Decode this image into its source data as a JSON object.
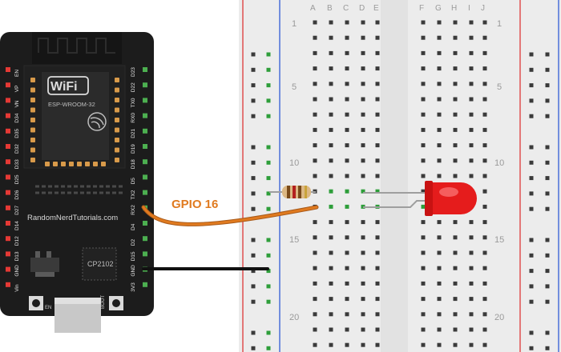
{
  "board": {
    "wifi_text": "WiFi",
    "module_text": "ESP-WROOM-32",
    "website_text": "RandomNerdTutorials.com",
    "usb_chip_text": "CP2102",
    "en_button_label": "EN",
    "boot_button_label": "BOOT",
    "left_pins": [
      "EN",
      "VP",
      "VN",
      "D34",
      "D35",
      "D32",
      "D33",
      "D25",
      "D26",
      "D27",
      "D14",
      "D12",
      "D13",
      "GND",
      "Vin"
    ],
    "right_pins": [
      "D23",
      "D22",
      "TX0",
      "RX0",
      "D21",
      "D19",
      "D18",
      "D5",
      "TX2",
      "RX2",
      "D4",
      "D2",
      "D15",
      "GND",
      "3V3"
    ]
  },
  "wire": {
    "label": "GPIO 16",
    "color": "#e07a1f"
  },
  "breadboard": {
    "column_letters_left": [
      "A",
      "B",
      "C",
      "D",
      "E"
    ],
    "column_letters_right": [
      "F",
      "G",
      "H",
      "I",
      "J"
    ],
    "row_numbers": [
      "1",
      "5",
      "10",
      "15",
      "20"
    ]
  },
  "colors": {
    "board": "#1c1c1c",
    "pin_green": "#4caf50",
    "pin_red": "#e53935",
    "led": "#e51c1c",
    "rail_red": "#e05050",
    "rail_blue": "#4a6fd8"
  }
}
